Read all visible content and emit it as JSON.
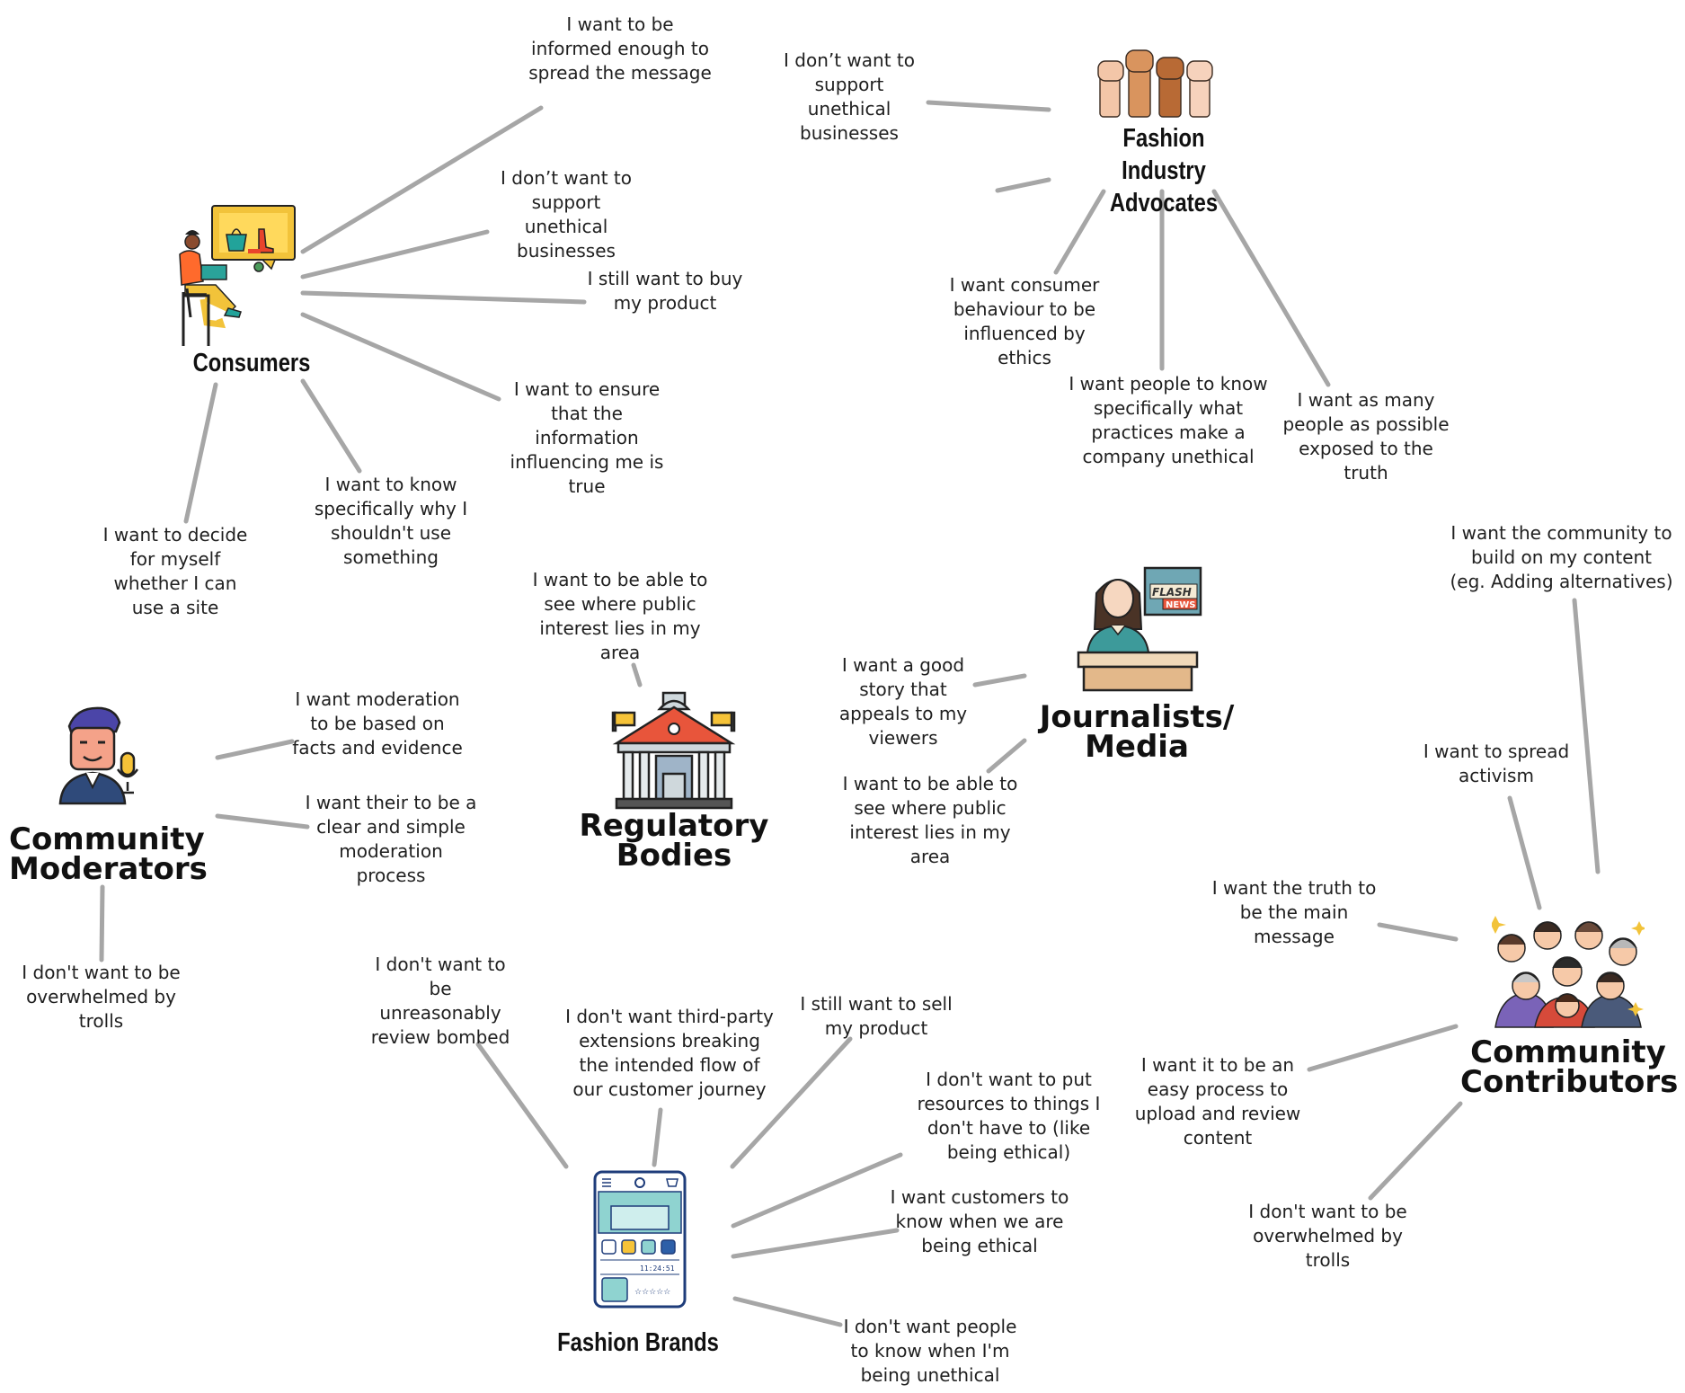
{
  "stakeholders": {
    "consumers": {
      "label": "Consumers"
    },
    "advocates": {
      "label": "Fashion Industry\nAdvocates"
    },
    "regulators": {
      "label": "Regulatory\nBodies"
    },
    "journalists": {
      "label": "Journalists/\nMedia"
    },
    "moderators": {
      "label": "Community\nModerators"
    },
    "contributors": {
      "label": "Community\nContributors"
    },
    "brands": {
      "label": "Fashion Brands"
    }
  },
  "consumer_needs": {
    "informed": "I want to be\ninformed enough to\nspread the message",
    "no_support": "I don’t want to\nsupport\nunethical\nbusinesses",
    "still_buy": "I still want to buy\nmy product",
    "ensure_true": "I want to ensure\nthat the\ninformation\ninfluencing me is\ntrue",
    "know_why": "I want to know\nspecifically why I\nshouldn't use\nsomething",
    "decide": "I want to decide\nfor myself\nwhether I can\nuse a site"
  },
  "advocate_needs": {
    "no_support": "I don’t want to\nsupport\nunethical\nbusinesses",
    "behaviour": "I want consumer\nbehaviour to be\ninfluenced by\nethics",
    "practices": "I want people to know\nspecifically what\npractices make a\ncompany unethical",
    "exposed": "I want as many\npeople as possible\nexposed to the\ntruth"
  },
  "regulator_needs": {
    "interest": "I want to be able to\nsee where public\ninterest lies in my\narea"
  },
  "journalist_needs": {
    "story": "I want a good\nstory that\nappeals to my\nviewers",
    "interest": "I want to be able to\nsee where public\ninterest lies in my\narea"
  },
  "moderator_needs": {
    "evidence": "I want moderation\nto be based on\nfacts and evidence",
    "process": "I want their to be a\nclear and simple\nmoderation\nprocess",
    "trolls": "I don't want to be\noverwhelmed by\ntrolls"
  },
  "contributor_needs": {
    "build": "I want the community to\nbuild on my content\n(eg. Adding alternatives)",
    "activism": "I want to spread\nactivism",
    "truth": "I want the truth to\nbe the main\nmessage",
    "easy": "I want it to be an\neasy process to\nupload and review\ncontent",
    "trolls": "I don't want to be\noverwhelmed by\ntrolls"
  },
  "brand_needs": {
    "review_bombed": "I don't want to\nbe\nunreasonably\nreview bombed",
    "extensions": "I don't want third-party\nextensions breaking\nthe intended flow of\nour customer journey",
    "still_sell": "I still want to sell\nmy product",
    "resources": "I don't want to put\nresources to things I\ndon't have to (like\nbeing ethical)",
    "know_ethical": "I want customers to\nknow when we are\nbeing ethical",
    "know_unethical": "I don't want people\nto know when I'm\nbeing unethical"
  },
  "icons": {
    "consumer": "person-shopping-laptop-icon",
    "advocates": "raised-fists-icon",
    "regulator": "government-building-icon",
    "journalist": "news-anchor-icon",
    "moderator": "moderator-microphone-icon",
    "contributors": "crowd-cheering-icon",
    "brands": "mobile-shop-app-icon",
    "news_badge_line1": "FLASH",
    "news_badge_line2": "NEWS",
    "app_clock": "11:24:51",
    "app_rating": "☆☆☆☆☆"
  },
  "colors": {
    "connector": "#a6a6a6",
    "text": "#1f1f1f"
  }
}
